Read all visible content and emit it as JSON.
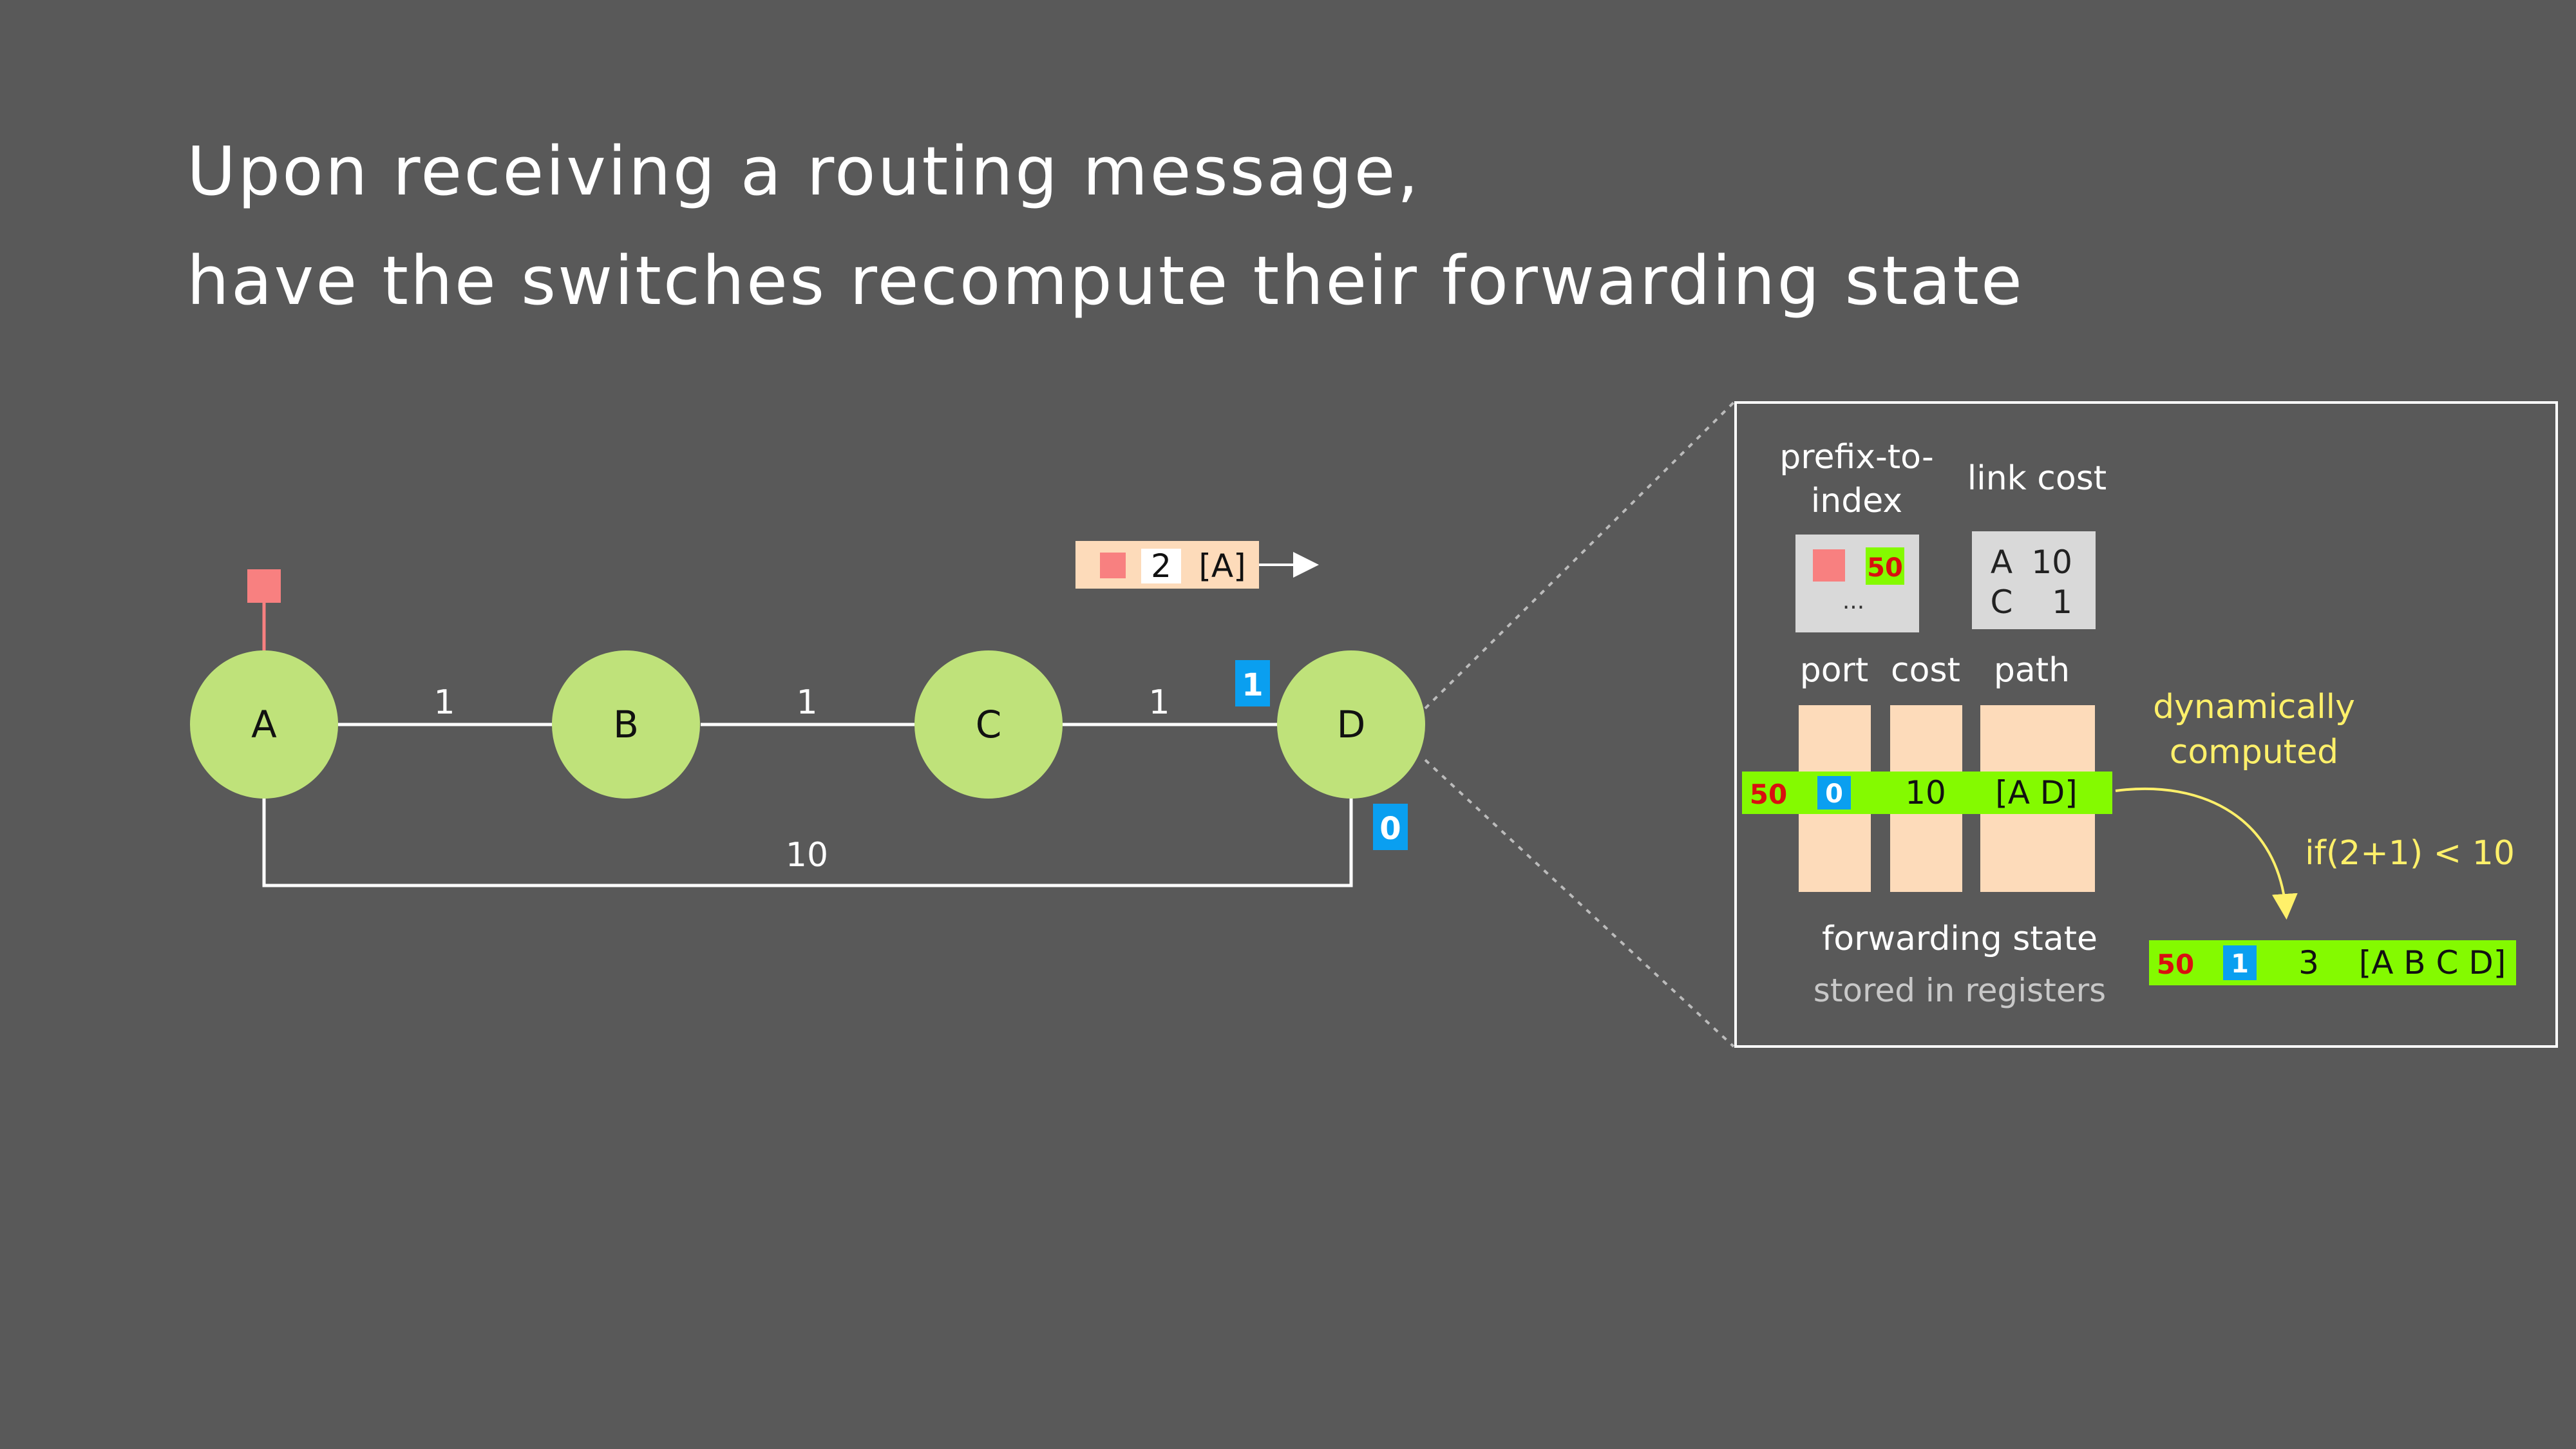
{
  "slide": {
    "title_line1": "Upon receiving a routing message,",
    "title_line2": "have the switches recompute their forwarding state"
  },
  "topology": {
    "nodes": [
      "A",
      "B",
      "C",
      "D"
    ],
    "edges": [
      {
        "from": "A",
        "to": "B",
        "cost": "1"
      },
      {
        "from": "B",
        "to": "C",
        "cost": "1"
      },
      {
        "from": "C",
        "to": "D",
        "cost": "1"
      },
      {
        "from": "A",
        "to": "D",
        "cost": "10"
      }
    ],
    "port_d_upper": "1",
    "port_d_lower": "0"
  },
  "message": {
    "cost": "2",
    "path": "[A]"
  },
  "switch_detail": {
    "prefix_to_index_label_line1": "prefix-to-",
    "prefix_to_index_label_line2": "index",
    "link_cost_label": "link cost",
    "prefix_index_value": "50",
    "prefix_ellipsis": "...",
    "link_costs": [
      {
        "neighbor": "A",
        "cost": "10"
      },
      {
        "neighbor": "C",
        "cost": "1"
      }
    ],
    "col_port": "port",
    "col_cost": "cost",
    "col_path": "path",
    "current_entry": {
      "index": "50",
      "port": "0",
      "cost": "10",
      "path": "[A D]"
    },
    "dynamic_label_line1": "dynamically",
    "dynamic_label_line2": "computed",
    "condition": "if(2+1) < 10",
    "new_entry": {
      "index": "50",
      "port": "1",
      "cost": "3",
      "path": "[A B C D]"
    },
    "fwd_label": "forwarding state",
    "fwd_sublabel": "stored in registers"
  },
  "colors": {
    "background": "#595959",
    "node_fill": "#bfe27a",
    "prefix_red": "#f88080",
    "port_blue": "#0a9ff0",
    "entry_green": "#84fa00",
    "register_peach": "#fddbba",
    "annotation_yellow": "#fff06a",
    "index_red": "#d91010"
  }
}
